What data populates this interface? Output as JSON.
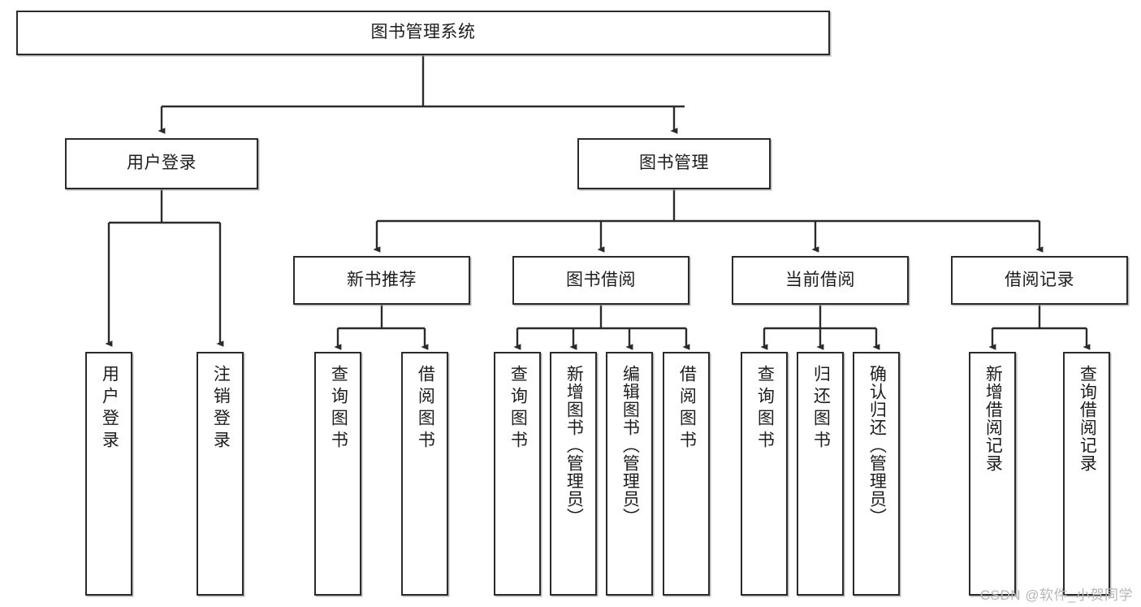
{
  "diagram": {
    "type": "tree-hierarchy",
    "title": "图书管理系统",
    "watermark": "CSDN @软件_小贺同学",
    "levels": {
      "root": {
        "label": "图书管理系统"
      },
      "level2": [
        {
          "id": "user-login",
          "label": "用户登录"
        },
        {
          "id": "book-manage",
          "label": "图书管理"
        }
      ],
      "level3": [
        {
          "id": "new-book-recommend",
          "label": "新书推荐"
        },
        {
          "id": "book-borrow",
          "label": "图书借阅"
        },
        {
          "id": "current-borrow",
          "label": "当前借阅"
        },
        {
          "id": "borrow-record",
          "label": "借阅记录"
        }
      ],
      "leaves": {
        "user_login": [
          {
            "id": "leaf-user-login",
            "label": "用户登录"
          },
          {
            "id": "leaf-logout-login",
            "label": "注销登录"
          }
        ],
        "new_book_recommend": [
          {
            "id": "leaf-query-book-1",
            "label": "查询图书"
          },
          {
            "id": "leaf-borrow-book-1",
            "label": "借阅图书"
          }
        ],
        "book_borrow": [
          {
            "id": "leaf-query-book-2",
            "label": "查询图书"
          },
          {
            "id": "leaf-add-book",
            "label": "新增图书（管理员）"
          },
          {
            "id": "leaf-edit-book",
            "label": "编辑图书（管理员）"
          },
          {
            "id": "leaf-borrow-book-2",
            "label": "借阅图书"
          }
        ],
        "current_borrow": [
          {
            "id": "leaf-query-book-3",
            "label": "查询图书"
          },
          {
            "id": "leaf-return-book",
            "label": "归还图书"
          },
          {
            "id": "leaf-confirm-return",
            "label": "确认归还（管理员）"
          }
        ],
        "borrow_record": [
          {
            "id": "leaf-add-record",
            "label": "新增借阅记录"
          },
          {
            "id": "leaf-query-record",
            "label": "查询借阅记录"
          }
        ]
      }
    },
    "colors": {
      "border": "#2b2b2b",
      "fill": "#ffffff",
      "text": "#1d1d1d",
      "edge": "#2b2b2b",
      "watermark": "#b6b6b6"
    }
  }
}
